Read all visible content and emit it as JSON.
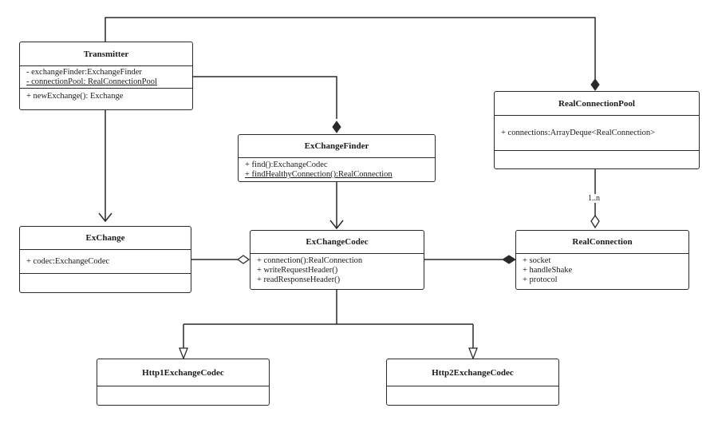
{
  "classes": {
    "transmitter": {
      "name": "Transmitter",
      "attributes": [
        "- exchangeFinder:ExchangeFinder",
        "- connectionPool: RealConnectionPool"
      ],
      "methods": [
        "+ newExchange(): Exchange"
      ]
    },
    "realConnectionPool": {
      "name": "RealConnectionPool",
      "attributes": [
        "+ connections:ArrayDeque<RealConnection>"
      ],
      "methods": []
    },
    "exChangeFinder": {
      "name": "ExChangeFinder",
      "attributes": [],
      "methods": [
        "+ find():ExchangeCodec",
        "+ findHealthyConnection():RealConnection"
      ]
    },
    "exChange": {
      "name": "ExChange",
      "attributes": [
        "+ codec:ExchangeCodec"
      ],
      "methods": []
    },
    "exChangeCodec": {
      "name": "ExChangeCodec",
      "attributes": [],
      "methods": [
        "+ connection():RealConnection",
        "+ writeRequestHeader()",
        "+ readResponseHeader()"
      ]
    },
    "realConnection": {
      "name": "RealConnection",
      "attributes": [],
      "methods": [
        "+ socket",
        "+ handleShake",
        "+ protocol"
      ]
    },
    "http1ExchangeCodec": {
      "name": "Http1ExchangeCodec",
      "attributes": [],
      "methods": []
    },
    "http2ExchangeCodec": {
      "name": "Http2ExchangeCodec",
      "attributes": [],
      "methods": []
    }
  },
  "multiplicity": {
    "pool_to_connection": "1..n"
  },
  "colors": {
    "stroke": "#2a2a2a",
    "background": "#ffffff"
  }
}
